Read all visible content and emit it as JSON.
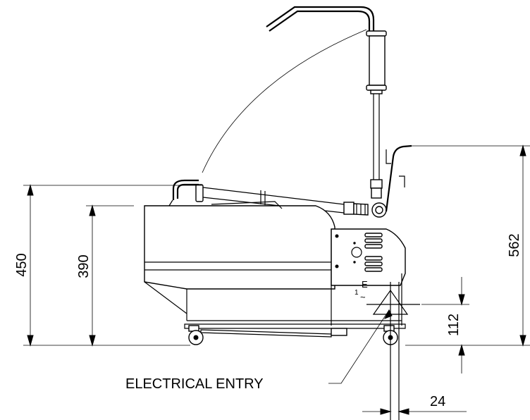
{
  "dimensions": {
    "overall_height": "450",
    "body_height": "390",
    "handle_height": "562",
    "entry_height": "112",
    "entry_offset": "24"
  },
  "callouts": {
    "electrical_entry": "ELECTRICAL ENTRY",
    "symbol_letter": "E",
    "symbol_phase": "1",
    "symbol_ac": "~"
  }
}
